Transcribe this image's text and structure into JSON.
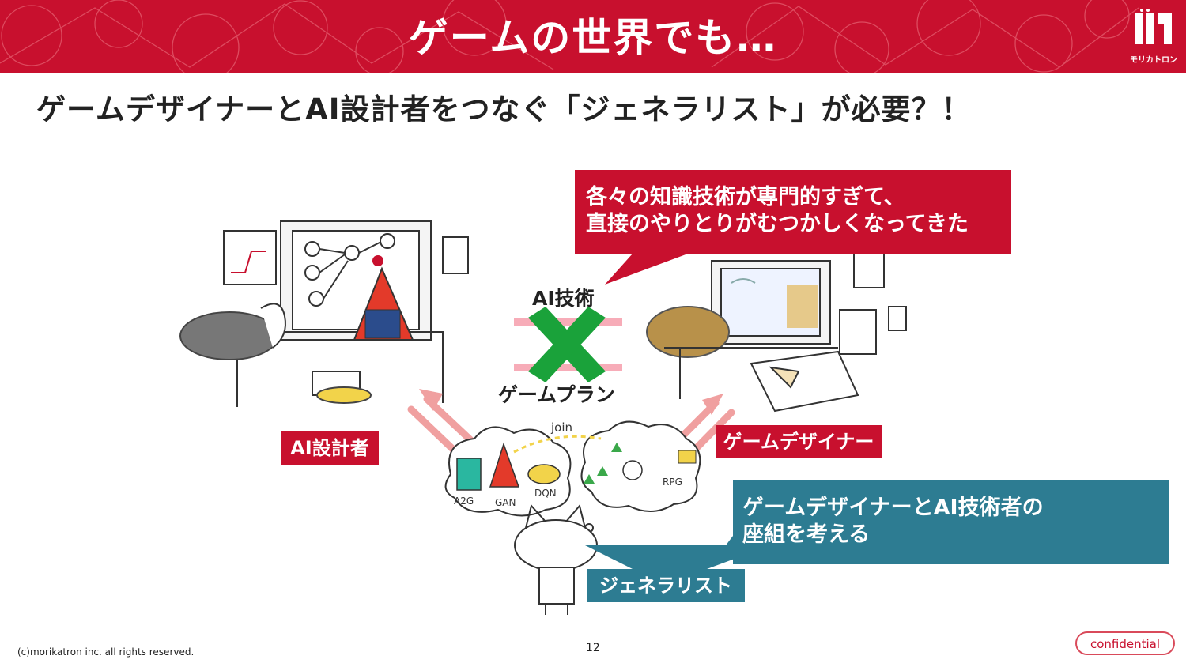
{
  "header": {
    "title": "ゲームの世界でも…",
    "logo_text": "モリカトロン"
  },
  "subtitle": "ゲームデザイナーとAI設計者をつなぐ「ジェネラリスト」が必要？！",
  "callouts": {
    "red": [
      "各々の知識技術が専門的すぎて、",
      "直接のやりとりがむつかしくなってきた"
    ],
    "teal": [
      "ゲームデザイナーとAI技術者の",
      "座組を考える"
    ]
  },
  "labels": {
    "ai_designer": "AI設計者",
    "game_designer": "ゲームデザイナー",
    "generalist": "ジェネラリスト",
    "middle_top": "AI技術",
    "middle_bottom": "ゲームプラン"
  },
  "sketch_text": {
    "join": "join",
    "a2g": "A2G",
    "gan": "GAN",
    "dqn": "DQN",
    "rpg": "RPG"
  },
  "footer": {
    "copyright": "(c)morikatron inc. all rights reserved.",
    "page": "12",
    "confidential": "confidential"
  },
  "colors": {
    "brand_red": "#c8102e",
    "teal": "#2d7c92",
    "cross_green": "#1aa23a",
    "arrow_pink": "#f0a0a0"
  }
}
